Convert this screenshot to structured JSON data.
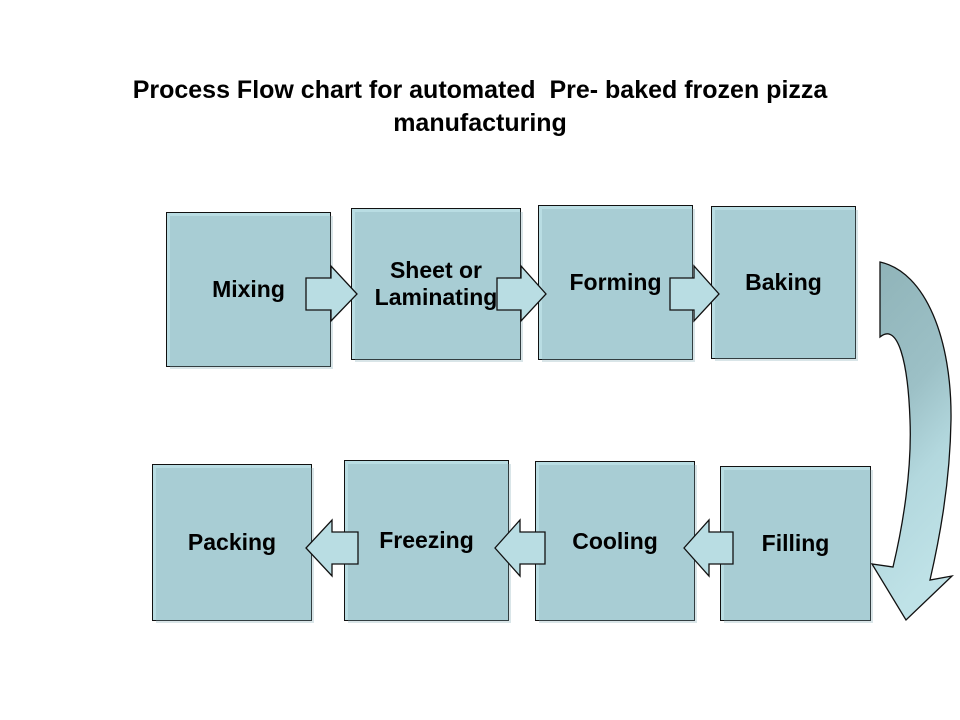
{
  "chart_data": {
    "type": "diagram",
    "diagram_kind": "process-flow-chart",
    "title": "Process Flow chart for automated  Pre- baked frozen pizza manufacturing",
    "title_line_1": "Process Flow chart for automated  Pre- baked frozen pizza",
    "title_line_2": "manufacturing",
    "nodes": [
      {
        "id": "mixing",
        "label": "Mixing",
        "row": "top",
        "order": 1,
        "shape": "rectangle"
      },
      {
        "id": "sheet",
        "label": "Sheet or\nLaminating",
        "row": "top",
        "order": 2,
        "shape": "rectangle"
      },
      {
        "id": "forming",
        "label": "Forming",
        "row": "top",
        "order": 3,
        "shape": "rectangle"
      },
      {
        "id": "baking",
        "label": "Baking",
        "row": "top",
        "order": 4,
        "shape": "rectangle"
      },
      {
        "id": "filling",
        "label": "Filling",
        "row": "bottom",
        "order": 5,
        "shape": "rectangle"
      },
      {
        "id": "cooling",
        "label": "Cooling",
        "row": "bottom",
        "order": 6,
        "shape": "rectangle"
      },
      {
        "id": "freezing",
        "label": "Freezing",
        "row": "bottom",
        "order": 7,
        "shape": "rectangle"
      },
      {
        "id": "packing",
        "label": "Packing",
        "row": "bottom",
        "order": 8,
        "shape": "rectangle"
      }
    ],
    "edges": [
      {
        "from": "mixing",
        "to": "sheet",
        "direction": "right",
        "style": "block-arrow"
      },
      {
        "from": "sheet",
        "to": "forming",
        "direction": "right",
        "style": "block-arrow"
      },
      {
        "from": "forming",
        "to": "baking",
        "direction": "right",
        "style": "block-arrow"
      },
      {
        "from": "baking",
        "to": "filling",
        "direction": "down",
        "style": "curved-block-arrow"
      },
      {
        "from": "filling",
        "to": "cooling",
        "direction": "left",
        "style": "block-arrow"
      },
      {
        "from": "cooling",
        "to": "freezing",
        "direction": "left",
        "style": "block-arrow"
      },
      {
        "from": "freezing",
        "to": "packing",
        "direction": "left",
        "style": "block-arrow"
      }
    ],
    "colors": {
      "node_fill": "#b9dde3",
      "node_stroke": "#111111",
      "arrow_fill": "#b9dde3",
      "arrow_stroke": "#111111",
      "curve_gradient_start": "#8fb3b8",
      "curve_gradient_end": "#b9dde3",
      "background": "#ffffff",
      "text": "#000000"
    },
    "layout": {
      "rows": 2,
      "top_row_flow": "left-to-right",
      "bottom_row_flow": "right-to-left",
      "wrap_connector": "right-side curved down arrow"
    }
  },
  "nodes": {
    "mixing": {
      "label": "Mixing"
    },
    "sheet": {
      "label": "Sheet or\nLaminating"
    },
    "forming": {
      "label": "Forming"
    },
    "baking": {
      "label": "Baking"
    },
    "filling": {
      "label": "Filling"
    },
    "cooling": {
      "label": "Cooling"
    },
    "freezing": {
      "label": "Freezing"
    },
    "packing": {
      "label": "Packing"
    }
  },
  "title": {
    "text": "Process Flow chart for automated  Pre- baked frozen pizza\nmanufacturing"
  }
}
